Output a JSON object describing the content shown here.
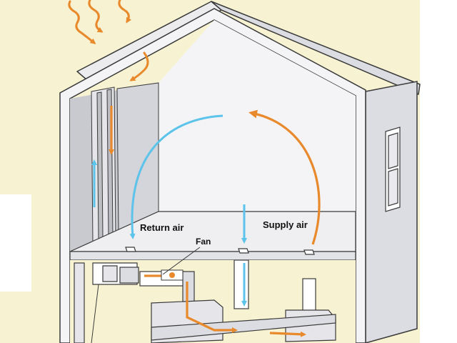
{
  "labels": {
    "return_air": "Return air",
    "supply_air": "Supply air",
    "fan": "Fan"
  },
  "colors": {
    "background": "#f7f3d2",
    "panel": "#ffffff",
    "wall_light": "#f4f4f6",
    "wall_shade": "#dcdde2",
    "wall_dark": "#c9cacf",
    "outline": "#3a3a3a",
    "warm_air": "#e8892b",
    "cool_air": "#5cc3ea"
  },
  "icons": [
    "sun-heat-arrow",
    "warm-air-arrow",
    "cool-air-arrow",
    "floor-register-icon",
    "fan-icon",
    "window-icon"
  ]
}
